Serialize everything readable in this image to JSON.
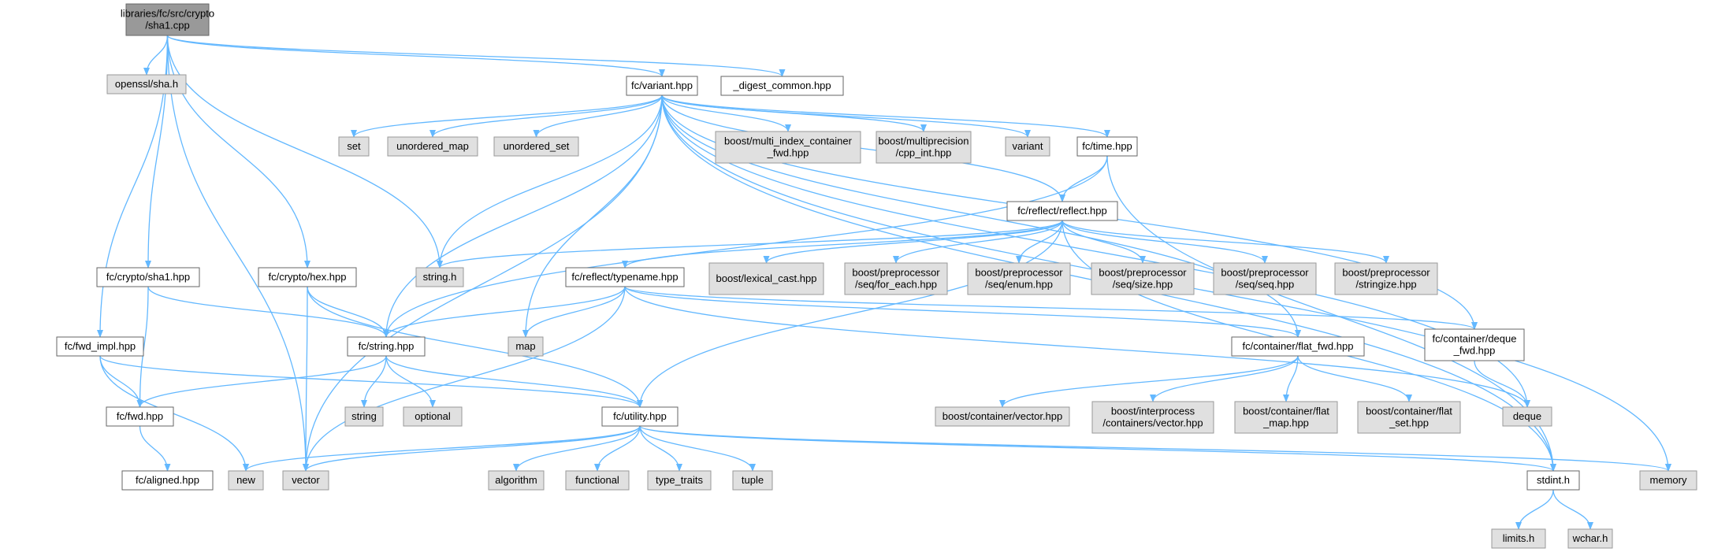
{
  "colors": {
    "root_fill": "#999999",
    "root_stroke": "#666666",
    "local_fill": "#ffffff",
    "local_stroke": "#666666",
    "system_fill": "#e0e0e0",
    "system_stroke": "#999999",
    "edge": "#63b8ff"
  },
  "nodes": [
    {
      "id": "root",
      "kind": "root",
      "lines": [
        "libraries/fc/src/crypto",
        "/sha1.cpp"
      ]
    },
    {
      "id": "openssl_sha",
      "kind": "system",
      "lines": [
        "openssl/sha.h"
      ]
    },
    {
      "id": "variant",
      "kind": "local",
      "lines": [
        "fc/variant.hpp"
      ]
    },
    {
      "id": "digest_common",
      "kind": "local",
      "lines": [
        "_digest_common.hpp"
      ]
    },
    {
      "id": "set",
      "kind": "system",
      "lines": [
        "set"
      ]
    },
    {
      "id": "unordered_map",
      "kind": "system",
      "lines": [
        "unordered_map"
      ]
    },
    {
      "id": "unordered_set",
      "kind": "system",
      "lines": [
        "unordered_set"
      ]
    },
    {
      "id": "bmic_fwd",
      "kind": "system",
      "lines": [
        "boost/multi_index_container",
        "_fwd.hpp"
      ]
    },
    {
      "id": "bmp_cppint",
      "kind": "system",
      "lines": [
        "boost/multiprecision",
        "/cpp_int.hpp"
      ]
    },
    {
      "id": "variant_std",
      "kind": "system",
      "lines": [
        "variant"
      ]
    },
    {
      "id": "time",
      "kind": "local",
      "lines": [
        "fc/time.hpp"
      ]
    },
    {
      "id": "reflect",
      "kind": "local",
      "lines": [
        "fc/reflect/reflect.hpp"
      ]
    },
    {
      "id": "crypto_sha1",
      "kind": "local",
      "lines": [
        "fc/crypto/sha1.hpp"
      ]
    },
    {
      "id": "crypto_hex",
      "kind": "local",
      "lines": [
        "fc/crypto/hex.hpp"
      ]
    },
    {
      "id": "string_h",
      "kind": "system",
      "lines": [
        "string.h"
      ]
    },
    {
      "id": "typename",
      "kind": "local",
      "lines": [
        "fc/reflect/typename.hpp"
      ]
    },
    {
      "id": "lexical_cast",
      "kind": "system",
      "lines": [
        "boost/lexical_cast.hpp"
      ]
    },
    {
      "id": "pp_for_each",
      "kind": "system",
      "lines": [
        "boost/preprocessor",
        "/seq/for_each.hpp"
      ]
    },
    {
      "id": "pp_enum",
      "kind": "system",
      "lines": [
        "boost/preprocessor",
        "/seq/enum.hpp"
      ]
    },
    {
      "id": "pp_size",
      "kind": "system",
      "lines": [
        "boost/preprocessor",
        "/seq/size.hpp"
      ]
    },
    {
      "id": "pp_seq",
      "kind": "system",
      "lines": [
        "boost/preprocessor",
        "/seq/seq.hpp"
      ]
    },
    {
      "id": "pp_stringize",
      "kind": "system",
      "lines": [
        "boost/preprocessor",
        "/stringize.hpp"
      ]
    },
    {
      "id": "fwd_impl",
      "kind": "local",
      "lines": [
        "fc/fwd_impl.hpp"
      ]
    },
    {
      "id": "fc_string",
      "kind": "local",
      "lines": [
        "fc/string.hpp"
      ]
    },
    {
      "id": "map",
      "kind": "system",
      "lines": [
        "map"
      ]
    },
    {
      "id": "flat_fwd",
      "kind": "local",
      "lines": [
        "fc/container/flat_fwd.hpp"
      ]
    },
    {
      "id": "deque_fwd",
      "kind": "local",
      "lines": [
        "fc/container/deque",
        "_fwd.hpp"
      ]
    },
    {
      "id": "fc_fwd",
      "kind": "local",
      "lines": [
        "fc/fwd.hpp"
      ]
    },
    {
      "id": "string_std",
      "kind": "system",
      "lines": [
        "string"
      ]
    },
    {
      "id": "optional",
      "kind": "system",
      "lines": [
        "optional"
      ]
    },
    {
      "id": "utility",
      "kind": "local",
      "lines": [
        "fc/utility.hpp"
      ]
    },
    {
      "id": "bc_vector",
      "kind": "system",
      "lines": [
        "boost/container/vector.hpp"
      ]
    },
    {
      "id": "bi_vector",
      "kind": "system",
      "lines": [
        "boost/interprocess",
        "/containers/vector.hpp"
      ]
    },
    {
      "id": "bc_flat_map",
      "kind": "system",
      "lines": [
        "boost/container/flat",
        "_map.hpp"
      ]
    },
    {
      "id": "bc_flat_set",
      "kind": "system",
      "lines": [
        "boost/container/flat",
        "_set.hpp"
      ]
    },
    {
      "id": "deque",
      "kind": "system",
      "lines": [
        "deque"
      ]
    },
    {
      "id": "aligned",
      "kind": "local",
      "lines": [
        "fc/aligned.hpp"
      ]
    },
    {
      "id": "new",
      "kind": "system",
      "lines": [
        "new"
      ]
    },
    {
      "id": "vector",
      "kind": "system",
      "lines": [
        "vector"
      ]
    },
    {
      "id": "algorithm",
      "kind": "system",
      "lines": [
        "algorithm"
      ]
    },
    {
      "id": "functional",
      "kind": "system",
      "lines": [
        "functional"
      ]
    },
    {
      "id": "type_traits",
      "kind": "system",
      "lines": [
        "type_traits"
      ]
    },
    {
      "id": "tuple",
      "kind": "system",
      "lines": [
        "tuple"
      ]
    },
    {
      "id": "stdint",
      "kind": "local",
      "lines": [
        "stdint.h"
      ]
    },
    {
      "id": "memory",
      "kind": "system",
      "lines": [
        "memory"
      ]
    },
    {
      "id": "limits",
      "kind": "system",
      "lines": [
        "limits.h"
      ]
    },
    {
      "id": "wchar",
      "kind": "system",
      "lines": [
        "wchar.h"
      ]
    }
  ],
  "edges": [
    [
      "root",
      "openssl_sha"
    ],
    [
      "root",
      "variant"
    ],
    [
      "root",
      "digest_common"
    ],
    [
      "root",
      "crypto_sha1"
    ],
    [
      "root",
      "crypto_hex"
    ],
    [
      "root",
      "fwd_impl"
    ],
    [
      "root",
      "string_h"
    ],
    [
      "root",
      "vector"
    ],
    [
      "variant",
      "set"
    ],
    [
      "variant",
      "unordered_map"
    ],
    [
      "variant",
      "unordered_set"
    ],
    [
      "variant",
      "bmic_fwd"
    ],
    [
      "variant",
      "bmp_cppint"
    ],
    [
      "variant",
      "variant_std"
    ],
    [
      "variant",
      "time"
    ],
    [
      "variant",
      "reflect"
    ],
    [
      "variant",
      "string_h"
    ],
    [
      "variant",
      "map"
    ],
    [
      "variant",
      "fc_string"
    ],
    [
      "variant",
      "vector"
    ],
    [
      "variant",
      "flat_fwd"
    ],
    [
      "variant",
      "deque_fwd"
    ],
    [
      "variant",
      "deque"
    ],
    [
      "variant",
      "stdint"
    ],
    [
      "variant",
      "memory"
    ],
    [
      "time",
      "reflect"
    ],
    [
      "time",
      "fc_string"
    ],
    [
      "time",
      "stdint"
    ],
    [
      "reflect",
      "string_h"
    ],
    [
      "reflect",
      "typename"
    ],
    [
      "reflect",
      "lexical_cast"
    ],
    [
      "reflect",
      "pp_for_each"
    ],
    [
      "reflect",
      "pp_enum"
    ],
    [
      "reflect",
      "pp_size"
    ],
    [
      "reflect",
      "pp_seq"
    ],
    [
      "reflect",
      "pp_stringize"
    ],
    [
      "reflect",
      "utility"
    ],
    [
      "reflect",
      "stdint"
    ],
    [
      "crypto_sha1",
      "fc_string"
    ],
    [
      "crypto_sha1",
      "fc_fwd"
    ],
    [
      "crypto_hex",
      "fc_string"
    ],
    [
      "crypto_hex",
      "utility"
    ],
    [
      "crypto_hex",
      "vector"
    ],
    [
      "typename",
      "fc_string"
    ],
    [
      "typename",
      "map"
    ],
    [
      "typename",
      "flat_fwd"
    ],
    [
      "typename",
      "deque_fwd"
    ],
    [
      "typename",
      "deque"
    ],
    [
      "typename",
      "vector"
    ],
    [
      "fwd_impl",
      "fc_fwd"
    ],
    [
      "fwd_impl",
      "utility"
    ],
    [
      "fwd_impl",
      "new"
    ],
    [
      "fc_string",
      "string_std"
    ],
    [
      "fc_string",
      "optional"
    ],
    [
      "fc_string",
      "utility"
    ],
    [
      "fc_string",
      "fc_fwd"
    ],
    [
      "flat_fwd",
      "bc_vector"
    ],
    [
      "flat_fwd",
      "bi_vector"
    ],
    [
      "flat_fwd",
      "bc_flat_map"
    ],
    [
      "flat_fwd",
      "bc_flat_set"
    ],
    [
      "deque_fwd",
      "deque"
    ],
    [
      "fc_fwd",
      "aligned"
    ],
    [
      "utility",
      "new"
    ],
    [
      "utility",
      "vector"
    ],
    [
      "utility",
      "algorithm"
    ],
    [
      "utility",
      "functional"
    ],
    [
      "utility",
      "type_traits"
    ],
    [
      "utility",
      "tuple"
    ],
    [
      "utility",
      "stdint"
    ],
    [
      "utility",
      "memory"
    ],
    [
      "stdint",
      "limits"
    ],
    [
      "stdint",
      "wchar"
    ]
  ]
}
